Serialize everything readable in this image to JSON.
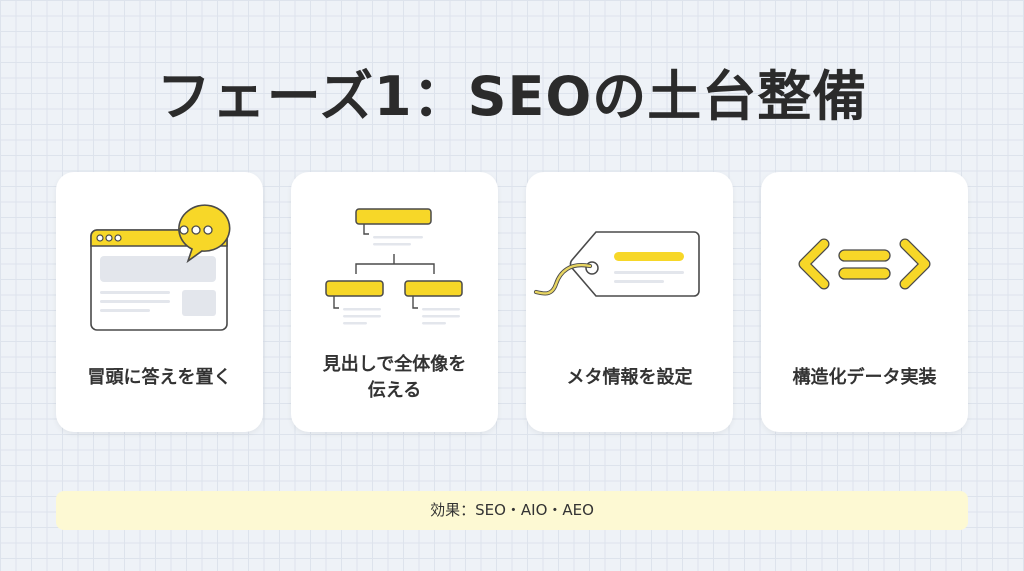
{
  "header": {
    "title": "フェーズ1：SEOの土台整備"
  },
  "cards": [
    {
      "label": "冒頭に答えを置く",
      "icon": "browser-speech-bubble-icon"
    },
    {
      "label": "見出しで全体像を伝える",
      "label_line1": "見出しで全体像を",
      "label_line2": "伝える",
      "icon": "heading-hierarchy-icon"
    },
    {
      "label": "メタ情報を設定",
      "icon": "tag-icon"
    },
    {
      "label": "構造化データ実装",
      "icon": "code-brackets-icon"
    }
  ],
  "footer": {
    "text": "効果：SEO・AIO・AEO"
  },
  "colors": {
    "accent": "#f7d728",
    "outline": "#4a4a4a",
    "placeholder": "#e3e6ec",
    "background": "#eef2f7",
    "footer_bg": "#fdf9d3",
    "text": "#2b2b2b"
  }
}
